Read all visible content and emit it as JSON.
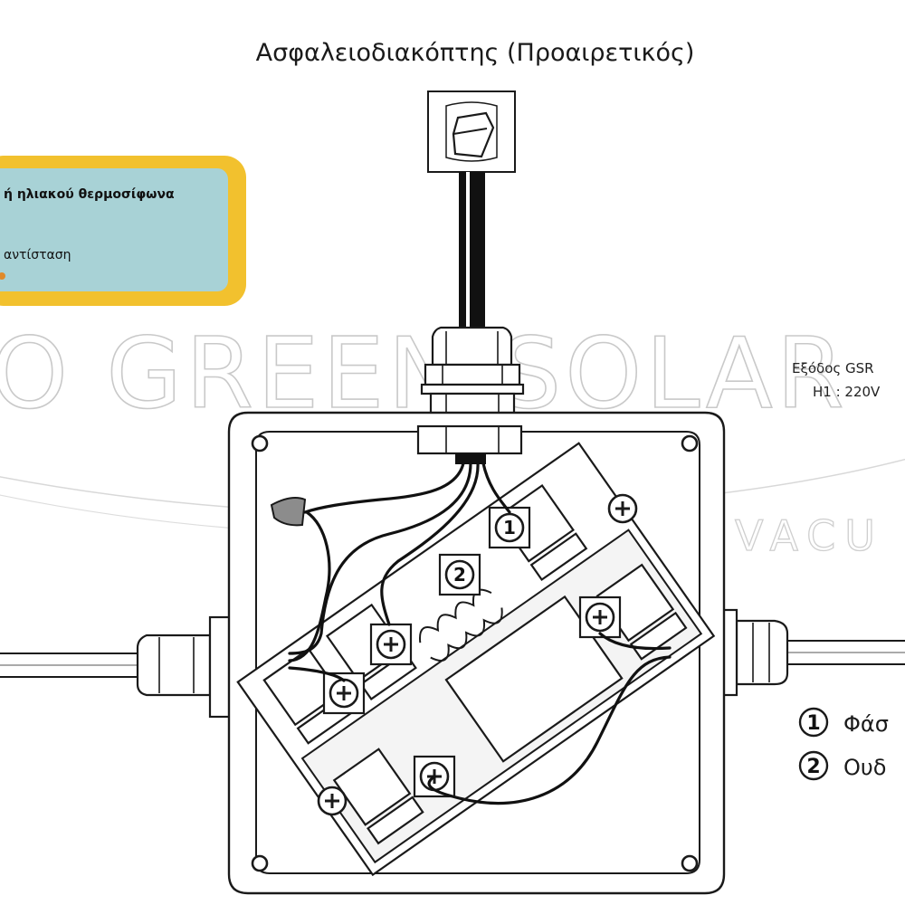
{
  "diagram": {
    "title": "Ασφαλειοδιακόπτης (Προαιρετικός)",
    "info_card": {
      "line1": "ή ηλιακού θερμοσίφωνα",
      "line2": "αντίσταση"
    },
    "output_label": {
      "line1": "Εξόδος GSR",
      "line2": "H1 : 220V"
    },
    "terminal_markers": [
      "1",
      "2"
    ],
    "legend": [
      {
        "number": "1",
        "text": "Φάσ"
      },
      {
        "number": "2",
        "text": "Ουδ"
      }
    ],
    "watermark": {
      "line1": "O GREEN SOLAR",
      "line2": "VACU"
    },
    "colors": {
      "card_border": "#f2c12e",
      "card_fill": "#a8d2d6",
      "gland_grey": "#8c8c8c",
      "wire": "#111111"
    }
  }
}
